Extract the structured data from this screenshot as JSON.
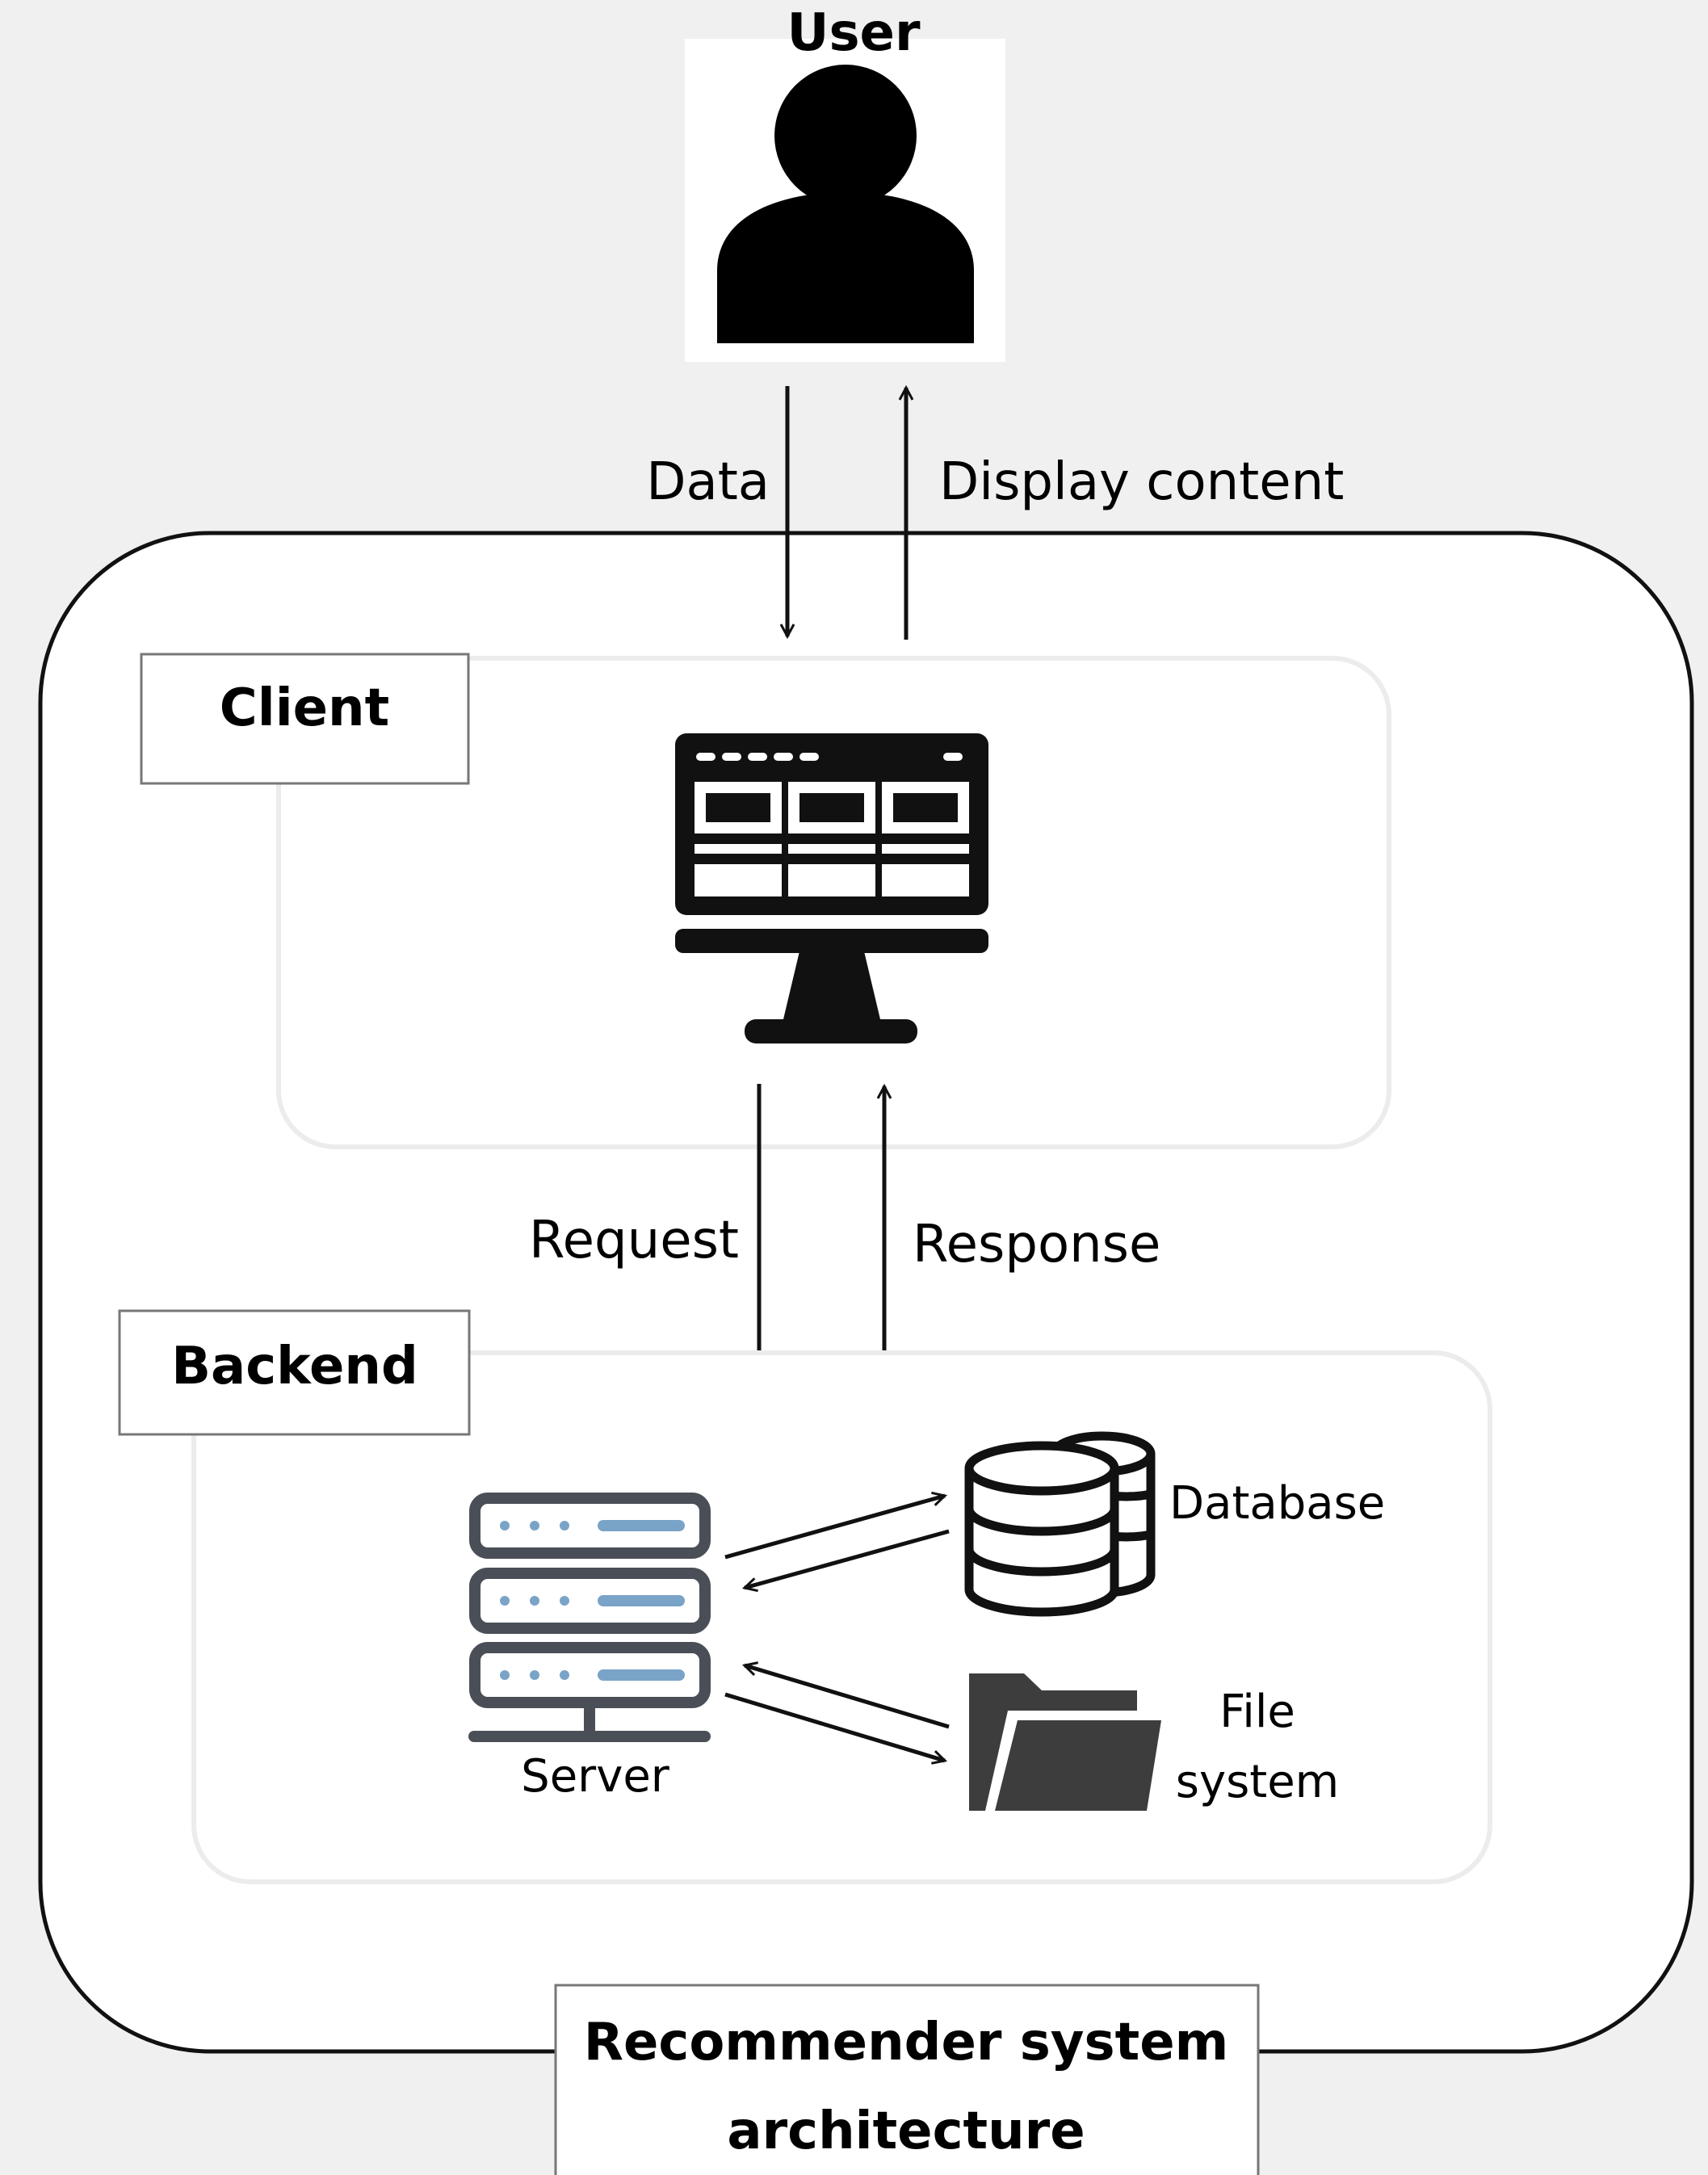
{
  "diagram": {
    "user": {
      "label": "User",
      "icon": "user-silhouette-icon"
    },
    "flows": {
      "data": "Data",
      "display_content": "Display content",
      "request": "Request",
      "response": "Response"
    },
    "client": {
      "label": "Client",
      "icon": "monitor-icon"
    },
    "backend": {
      "label": "Backend",
      "server": {
        "label": "Server",
        "icon": "server-rack-icon"
      },
      "database": {
        "label": "Database",
        "icon": "database-icon"
      },
      "file_system": {
        "label_line1": "File",
        "label_line2": "system",
        "icon": "folder-icon"
      }
    },
    "caption": {
      "line1": "Recommender system",
      "line2": "architecture"
    },
    "colors": {
      "background": "#f0f0f0",
      "stroke": "#111111",
      "panel_border": "#777777",
      "server_accent": "#7aa3c8",
      "server_body": "#4a4f57",
      "folder": "#3d3d3d"
    }
  }
}
